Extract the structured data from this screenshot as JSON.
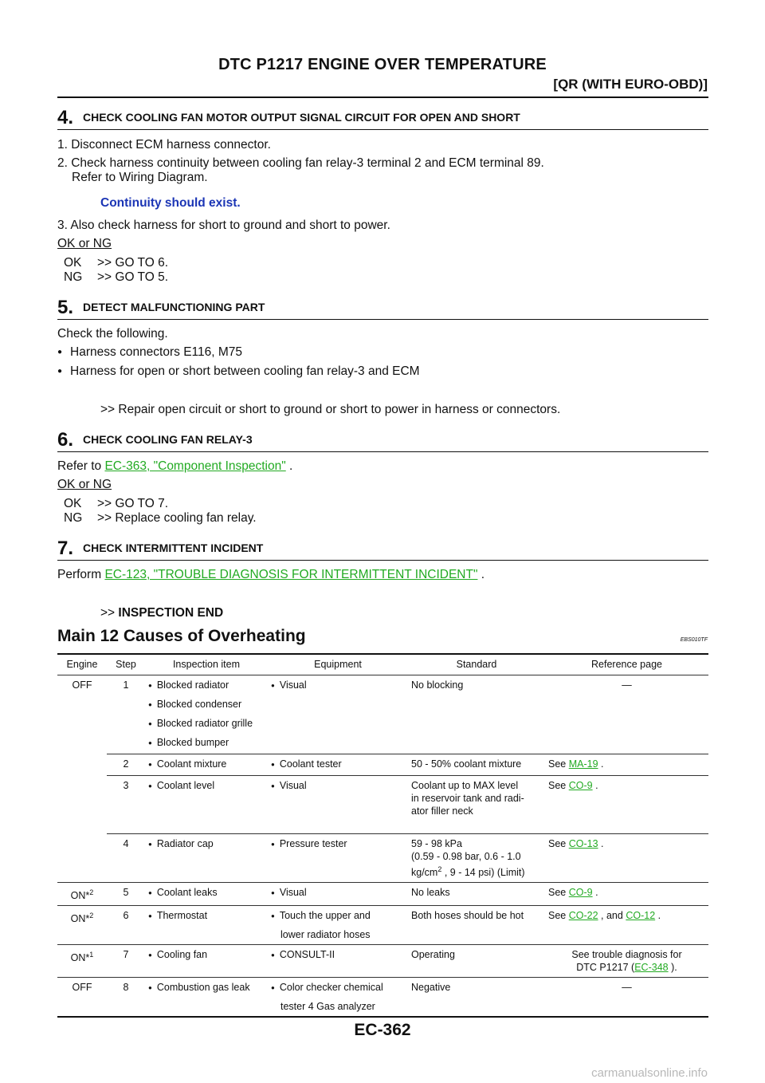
{
  "header": {
    "title": "DTC P1217 ENGINE OVER TEMPERATURE",
    "subtitle": "[QR (WITH EURO-OBD)]"
  },
  "steps": {
    "s4": {
      "num": "4.",
      "title": "CHECK COOLING FAN MOTOR OUTPUT SIGNAL CIRCUIT FOR OPEN AND SHORT",
      "line1": "1. Disconnect ECM harness connector.",
      "line2": "2. Check harness continuity between cooling fan relay-3 terminal 2 and ECM terminal 89.",
      "line2b": "Refer to Wiring Diagram.",
      "spec": "Continuity should exist.",
      "line3": "3. Also check harness for short to ground and short to power.",
      "okng": "OK or NG",
      "ok_label": "OK",
      "ok_text": ">> GO TO 6.",
      "ng_label": "NG",
      "ng_text": ">> GO TO 5."
    },
    "s5": {
      "num": "5.",
      "title": "DETECT MALFUNCTIONING PART",
      "intro": "Check the following.",
      "b1": "Harness connectors E116, M75",
      "b2": "Harness for open or short between cooling fan relay-3 and ECM",
      "result": ">> Repair open circuit or short to ground or short to power in harness or connectors."
    },
    "s6": {
      "num": "6.",
      "title": "CHECK COOLING FAN RELAY-3",
      "refer": "Refer to",
      "link": "EC-363, \"Component Inspection\"",
      "after": " .",
      "okng": "OK or NG",
      "ok_label": "OK",
      "ok_text": ">> GO TO 7.",
      "ng_label": "NG",
      "ng_text": ">> Replace cooling fan relay."
    },
    "s7": {
      "num": "7.",
      "title": "CHECK INTERMITTENT INCIDENT",
      "perform": "Perform",
      "link": "EC-123, \"TROUBLE DIAGNOSIS FOR INTERMITTENT INCIDENT\"",
      "after": " .",
      "end_arrow": ">>",
      "end_text": "INSPECTION END"
    }
  },
  "section": {
    "title": "Main 12 Causes of Overheating",
    "code": "EBS010TF"
  },
  "table": {
    "headers": [
      "Engine",
      "Step",
      "Inspection item",
      "Equipment",
      "Standard",
      "Reference page"
    ],
    "r1": {
      "engine": "OFF",
      "step": "1",
      "items": [
        "Blocked radiator",
        "Blocked condenser",
        "Blocked radiator grille",
        "Blocked bumper"
      ],
      "equip": "Visual",
      "standard": "No blocking",
      "ref": "—"
    },
    "r2": {
      "step": "2",
      "item": "Coolant mixture",
      "equip": "Coolant tester",
      "standard": "50 - 50% coolant mixture",
      "ref_pre": "See",
      "ref_link": "MA-19",
      "ref_post": " ."
    },
    "r3": {
      "step": "3",
      "item": "Coolant level",
      "equip": "Visual",
      "std1": "Coolant up to MAX level",
      "std2": "in reservoir tank and radi-",
      "std3": "ator filler neck",
      "ref_pre": "See",
      "ref_link": "CO-9",
      "ref_post": " ."
    },
    "r4": {
      "step": "4",
      "item": "Radiator cap",
      "equip": "Pressure tester",
      "std1": "59 - 98 kPa",
      "std2": "(0.59 - 0.98 bar, 0.6 - 1.0",
      "std3a": "kg/cm",
      "std3sup": "2",
      "std3b": " , 9 - 14 psi) (Limit)",
      "ref_pre": "See",
      "ref_link": "CO-13",
      "ref_post": " ."
    },
    "r5": {
      "engine": "ON*",
      "engine_sup": "2",
      "step": "5",
      "item": "Coolant leaks",
      "equip": "Visual",
      "standard": "No leaks",
      "ref_pre": "See",
      "ref_link": "CO-9",
      "ref_post": " ."
    },
    "r6": {
      "engine": "ON*",
      "engine_sup": "2",
      "step": "6",
      "item": "Thermostat",
      "equip1": "Touch the upper and",
      "equip2": "lower radiator hoses",
      "standard": "Both hoses should be hot",
      "ref_pre": "See",
      "ref_link1": "CO-22",
      "ref_mid": " , and",
      "ref_link2": "CO-12",
      "ref_post": " ."
    },
    "r7": {
      "engine": "ON*",
      "engine_sup": "1",
      "step": "7",
      "item": "Cooling fan",
      "equip": "CONSULT-II",
      "standard": "Operating",
      "ref1": "See trouble diagnosis for",
      "ref2_pre": "DTC P1217 (",
      "ref2_link": "EC-348",
      "ref2_post": " )."
    },
    "r8": {
      "engine": "OFF",
      "step": "8",
      "item": "Combustion gas leak",
      "equip1": "Color checker chemical",
      "equip2": "tester 4 Gas analyzer",
      "standard": "Negative",
      "ref": "—"
    }
  },
  "footer": {
    "page": "EC-362"
  },
  "watermark": "carmanualsonline.info"
}
